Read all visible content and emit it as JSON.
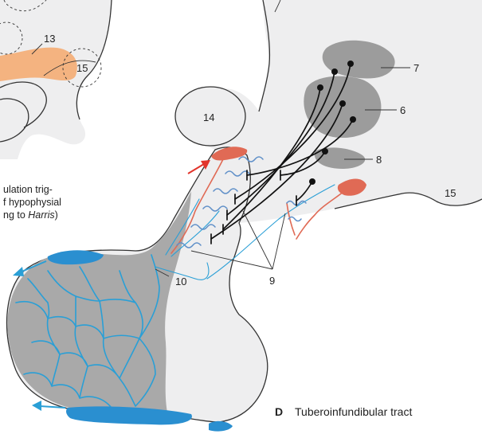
{
  "labels": {
    "n6": "6",
    "n7": "7",
    "n8": "8",
    "n9": "9",
    "n10": "10",
    "n13": "13",
    "n14": "14",
    "n15_right": "15",
    "n15_inset": "15"
  },
  "inset_caption": {
    "line1": "ulation trig-",
    "line2": "f hypophysial",
    "line3_prefix": "ng to ",
    "line3_author": "Harris",
    "line3_suffix": ")"
  },
  "figure": {
    "letter": "D",
    "title": "Tuberoinfundibular tract"
  },
  "colors": {
    "tissue": "#eeeeef",
    "nucleus_gray": "#9c9c9c",
    "posterior_lobe_gray": "#a9a9a9",
    "vessel_blue": "#2a9fd6",
    "sinus_blue": "#2a8fd0",
    "portal_red": "#e06a55",
    "arrow_red": "#e2342b",
    "orange_highlight": "#f5a86c"
  }
}
